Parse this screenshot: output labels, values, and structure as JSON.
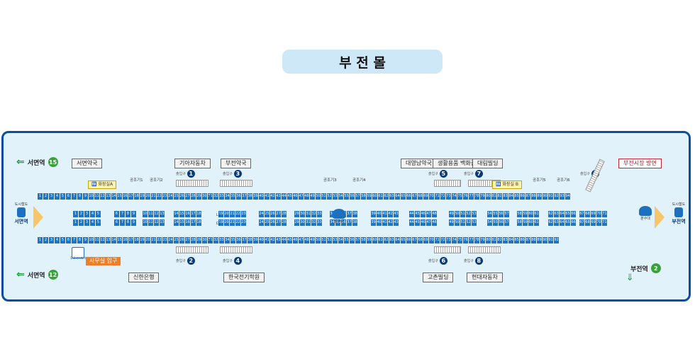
{
  "title": "부 전 몰",
  "stations": {
    "top_left": {
      "name": "서면역",
      "line": "15"
    },
    "bottom_left": {
      "name": "서면역",
      "line": "12"
    },
    "bottom_right": {
      "name": "부전역",
      "line": "2"
    },
    "left_end": {
      "caption": "도시철도",
      "name": "서면역"
    },
    "right_end": {
      "caption": "도시철도",
      "name": "부전역"
    }
  },
  "landmarks_top": [
    "서면약국",
    "기아자동차",
    "부전약국",
    "대영남약국",
    "생활용품 백화점",
    "대림빌딩"
  ],
  "landmark_red": "부전시장 방면",
  "landmarks_bottom": [
    "신한은행",
    "한국전기학원",
    "고촌빌딩",
    "현대자동차"
  ],
  "gate_label": "출입구",
  "gates": [
    "1",
    "3",
    "5",
    "7",
    "9",
    "2",
    "4",
    "6",
    "8"
  ],
  "toilets": {
    "a": "화장실A",
    "b": "화장실 B",
    "icon": "🚻"
  },
  "aux": [
    "공조기1",
    "공조기2",
    "공조기3",
    "공조기4",
    "공조기5",
    "공조기6"
  ],
  "fountain_label": "분수대",
  "office": "사무실 입구",
  "corridors": [
    "가",
    "나",
    "다",
    "라"
  ],
  "wifi_label": "무료와이파이",
  "rows": {
    "a": [
      "1",
      "2",
      "3",
      "4",
      "5",
      "6",
      "7",
      "8",
      "9",
      "10",
      "11",
      "12",
      "13",
      "14",
      "15",
      "16",
      "17",
      "18",
      "19",
      "20",
      "21",
      "22",
      "23",
      "24",
      "25",
      "26",
      "27",
      "28",
      "29",
      "30",
      "31",
      "32",
      "33",
      "34",
      "35",
      "36",
      "37",
      "38",
      "39",
      "40",
      "41",
      "42",
      "43",
      "44",
      "45",
      "46",
      "47",
      "48",
      "49",
      "50",
      "51",
      "52",
      "53",
      "54",
      "55",
      "56",
      "57",
      "58",
      "59",
      "60",
      "61",
      "62",
      "63",
      "64",
      "65",
      "66",
      "67",
      "68",
      "69",
      "70",
      "71",
      "72",
      "73",
      "74",
      "75",
      "76",
      "77",
      "78",
      "79",
      "80",
      "81",
      "82",
      "83",
      "84",
      "85",
      "86",
      "87",
      "88",
      "89",
      "90",
      "91",
      "92",
      "93",
      "94"
    ],
    "b_groups": [
      [
        "1",
        "2",
        "3",
        "4",
        "5"
      ],
      [
        "6",
        "7",
        "8",
        "9"
      ],
      [
        "10",
        "11",
        "12",
        "13"
      ],
      [
        "14",
        "15",
        "16",
        "17",
        "18"
      ],
      [
        "19",
        "20",
        "21",
        "22",
        "23"
      ],
      [
        "24",
        "25",
        "26",
        "27",
        "28"
      ],
      [
        "29",
        "30",
        "31",
        "32",
        "33"
      ],
      [
        "34",
        "35",
        "36",
        "37",
        "38"
      ],
      [
        "39",
        "40",
        "41",
        "42",
        "43"
      ],
      [
        "44",
        "45",
        "46",
        "47",
        "48"
      ],
      [
        "49",
        "50",
        "51",
        "52",
        "53"
      ],
      [
        "54",
        "55",
        "56",
        "57"
      ],
      [
        "58",
        "59",
        "60",
        "61"
      ],
      [
        "62",
        "63",
        "64",
        "65",
        "66"
      ],
      [
        "67",
        "68",
        "69",
        "70",
        "71"
      ]
    ],
    "c_groups": [
      [
        "1",
        "2",
        "3",
        "4",
        "5"
      ],
      [
        "6",
        "7",
        "8",
        "9"
      ],
      [
        "10",
        "11",
        "12",
        "13"
      ],
      [
        "14",
        "15",
        "16",
        "17",
        "18"
      ],
      [
        "19",
        "20",
        "21",
        "22",
        "23"
      ],
      [
        "24",
        "25",
        "26",
        "27",
        "28"
      ],
      [
        "29",
        "30",
        "31",
        "32",
        "33"
      ],
      [
        "34",
        "35",
        "36",
        "37",
        "38"
      ],
      [
        "39",
        "40",
        "41",
        "42",
        "43"
      ],
      [
        "44",
        "45",
        "46",
        "47",
        "48"
      ],
      [
        "49",
        "50",
        "51",
        "52",
        "53"
      ],
      [
        "54",
        "55",
        "56",
        "57"
      ],
      [
        "58",
        "59",
        "60",
        "61"
      ],
      [
        "62",
        "63",
        "64",
        "65",
        "66"
      ],
      [
        "67",
        "68",
        "69",
        "70",
        "71"
      ]
    ],
    "d": [
      "1",
      "2",
      "3",
      "4",
      "5",
      "6",
      "7",
      "8",
      "9",
      "10",
      "11",
      "12",
      "13",
      "14",
      "15",
      "16",
      "17",
      "18",
      "19",
      "20",
      "21",
      "22",
      "23",
      "24",
      "25",
      "26",
      "27",
      "28",
      "29",
      "30",
      "31",
      "32",
      "33",
      "34",
      "35",
      "36",
      "37",
      "38",
      "39",
      "40",
      "41",
      "42",
      "43",
      "44",
      "45",
      "46",
      "47",
      "48",
      "49",
      "50",
      "51",
      "52",
      "53",
      "54",
      "55",
      "56",
      "57",
      "58",
      "59",
      "60",
      "61",
      "62",
      "63",
      "64",
      "65",
      "66",
      "67",
      "68",
      "69",
      "70",
      "71",
      "72",
      "73",
      "74",
      "75",
      "76",
      "77",
      "78",
      "79",
      "80",
      "81",
      "82",
      "83",
      "84",
      "85",
      "86",
      "87",
      "88",
      "89",
      "90",
      "91",
      "92"
    ]
  },
  "colors": {
    "frame": "#0b4e9d",
    "stall": "#1976c9",
    "map_bg": "#e2f2fb",
    "title_bg": "#cfe8f7",
    "office": "#f07f24",
    "badge": "#3aa23a"
  }
}
